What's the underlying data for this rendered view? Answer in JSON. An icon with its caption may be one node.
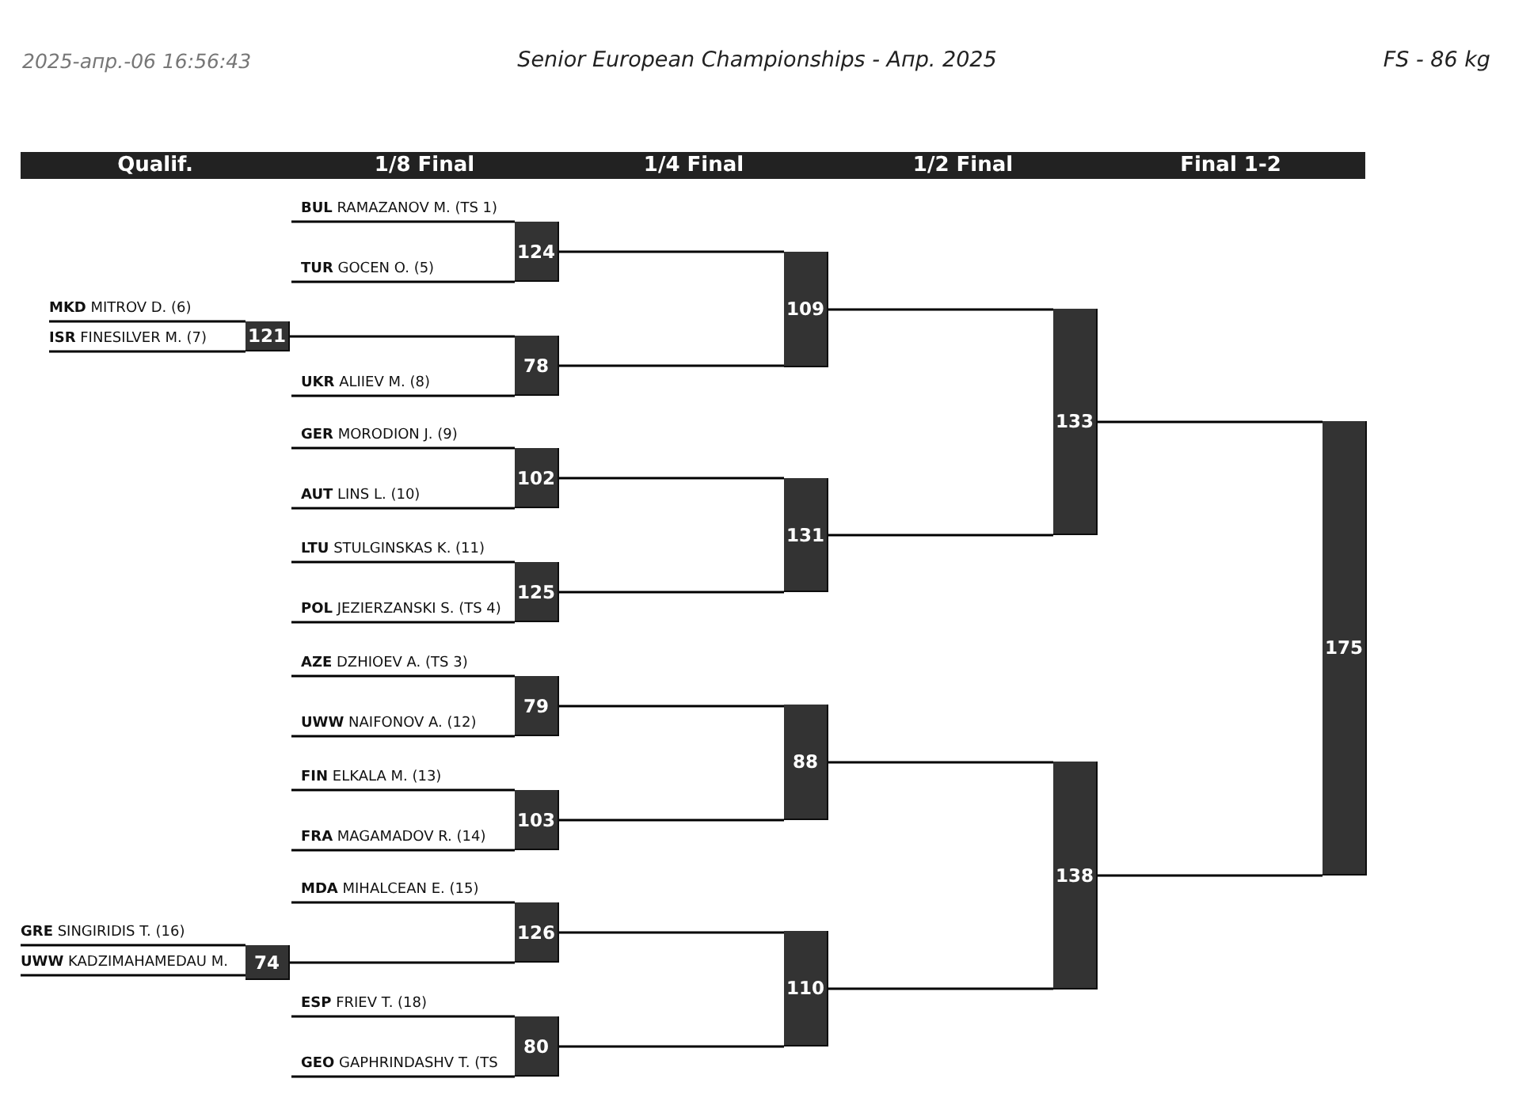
{
  "diagram": {
    "title": "Senior European Championships - Апр. 2025",
    "nodes": [
      {
        "text": [
          "**BUL** RAMAZANOV M. (TS 1)"
        ]
      },
      {
        "text": [
          "**TUR** GOCEN O. (5)"
        ]
      },
      {
        "text": [
          "**MKD** MITROV D. (6)"
        ]
      },
      {
        "text": [
          "**ISR** FINESILVER M. (7)"
        ]
      },
      {
        "text": [
          "**UKR** ALIIEV M. (8)"
        ]
      },
      {
        "text": [
          "**GER** MORODION J. (9)"
        ]
      },
      {
        "text": [
          "**AUT** LINS L. (10)"
        ]
      },
      {
        "text": [
          "**LTU** STULGINSKAS K. (11)"
        ]
      },
      {
        "text": [
          "**POL** JEZIERZANSKI S. (TS 4)"
        ]
      },
      {
        "text": [
          "**AZE** DZHIOEV A. (TS 3)"
        ]
      },
      {
        "text": [
          "**UWW** NAIFONOV A. (12)"
        ]
      },
      {
        "text": [
          "**FIN** ELKALA M. (13)"
        ]
      },
      {
        "text": [
          "**FRA** MAGAMADOV R. (14)"
        ]
      },
      {
        "text": [
          "**MDA** MIHALCEAN E. (15)"
        ]
      },
      {
        "text": [
          "**GRE** SINGIRIDIS T. (16)"
        ]
      },
      {
        "text": [
          "**UWW** KADZIMAHAMEDAU M."
        ]
      },
      {
        "text": [
          "**ESP** FRIEV T. (18)"
        ]
      },
      {
        "text": [
          "**GEO** GAPHRINDASHV T. (TS"
        ]
      },
      {
        "text": [
          "121"
        ]
      },
      {
        "text": [
          "74"
        ]
      },
      {
        "text": [
          "124"
        ]
      },
      {
        "text": [
          "78"
        ]
      },
      {
        "text": [
          "102"
        ]
      },
      {
        "text": [
          "125"
        ]
      },
      {
        "text": [
          "79"
        ]
      },
      {
        "text": [
          "103"
        ]
      },
      {
        "text": [
          "126"
        ]
      },
      {
        "text": [
          "80"
        ]
      },
      {
        "text": [
          "109"
        ]
      },
      {
        "text": [
          "131"
        ]
      },
      {
        "text": [
          "88"
        ]
      },
      {
        "text": [
          "110"
        ]
      },
      {
        "text": [
          "133"
        ]
      },
      {
        "text": [
          "138"
        ]
      },
      {
        "text": [
          "175"
        ]
      }
    ],
    "edges": [
      {
        "from": 0,
        "to": 20,
        "arrow": "none"
      },
      {
        "from": 1,
        "to": 20,
        "arrow": "none"
      },
      {
        "from": 2,
        "to": 18,
        "arrow": "none"
      },
      {
        "from": 3,
        "to": 18,
        "arrow": "none"
      },
      {
        "from": 18,
        "to": 21,
        "arrow": "none"
      },
      {
        "from": 4,
        "to": 21,
        "arrow": "none"
      },
      {
        "from": 5,
        "to": 22,
        "arrow": "none"
      },
      {
        "from": 6,
        "to": 22,
        "arrow": "none"
      },
      {
        "from": 7,
        "to": 23,
        "arrow": "none"
      },
      {
        "from": 8,
        "to": 23,
        "arrow": "none"
      },
      {
        "from": 9,
        "to": 24,
        "arrow": "none"
      },
      {
        "from": 10,
        "to": 24,
        "arrow": "none"
      },
      {
        "from": 11,
        "to": 25,
        "arrow": "none"
      },
      {
        "from": 12,
        "to": 25,
        "arrow": "none"
      },
      {
        "from": 13,
        "to": 26,
        "arrow": "none"
      },
      {
        "from": 14,
        "to": 19,
        "arrow": "none"
      },
      {
        "from": 15,
        "to": 19,
        "arrow": "none"
      },
      {
        "from": 19,
        "to": 26,
        "arrow": "none"
      },
      {
        "from": 16,
        "to": 27,
        "arrow": "none"
      },
      {
        "from": 17,
        "to": 27,
        "arrow": "none"
      },
      {
        "from": 20,
        "to": 28,
        "arrow": "none"
      },
      {
        "from": 21,
        "to": 28,
        "arrow": "none"
      },
      {
        "from": 22,
        "to": 29,
        "arrow": "none"
      },
      {
        "from": 23,
        "to": 29,
        "arrow": "none"
      },
      {
        "from": 24,
        "to": 30,
        "arrow": "none"
      },
      {
        "from": 25,
        "to": 30,
        "arrow": "none"
      },
      {
        "from": 26,
        "to": 31,
        "arrow": "none"
      },
      {
        "from": 27,
        "to": 31,
        "arrow": "none"
      },
      {
        "from": 28,
        "to": 32,
        "arrow": "none"
      },
      {
        "from": 29,
        "to": 32,
        "arrow": "none"
      },
      {
        "from": 30,
        "to": 33,
        "arrow": "none"
      },
      {
        "from": 31,
        "to": 33,
        "arrow": "none"
      },
      {
        "from": 32,
        "to": 34,
        "arrow": "none"
      },
      {
        "from": 33,
        "to": 34,
        "arrow": "none"
      }
    ],
    "labels": [
      "2025-апр.-06 16:56:43",
      "FS - 86 kg",
      "Qualif.",
      "1/8 Final",
      "1/4 Final",
      "1/2 Final",
      "Final 1-2"
    ]
  }
}
